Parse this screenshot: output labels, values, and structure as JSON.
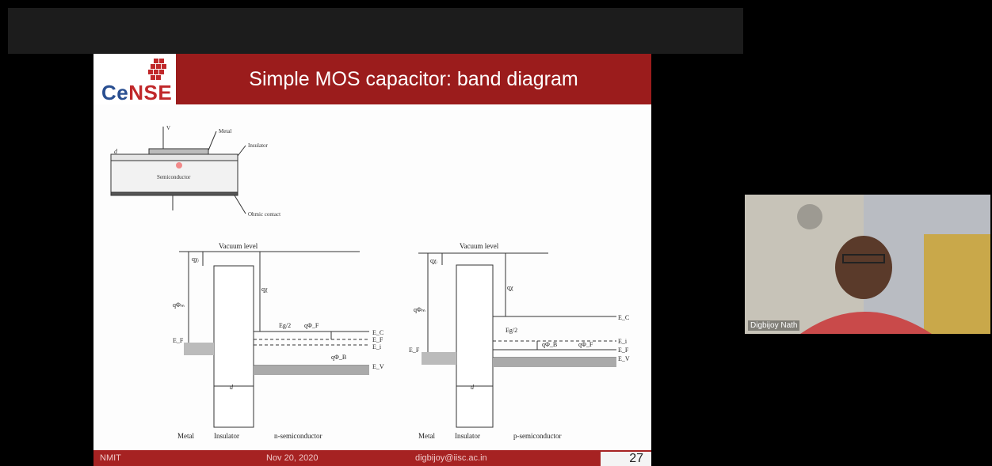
{
  "meeting": {
    "participant_name": "Digbijoy Nath"
  },
  "slide": {
    "title": "Simple MOS capacitor: band diagram",
    "logo": "CeNSE",
    "logo_prefix": "Ce",
    "logo_suffix": "NSE",
    "page_number": "27",
    "footer": {
      "left": "NMIT",
      "center": "Nov 20, 2020",
      "right": "digbijoy@iisc.ac.in"
    },
    "structure_labels": {
      "metal": "Metal",
      "insulator": "Insulator",
      "semiconductor": "Semiconductor",
      "ohmic": "Ohmic contact",
      "v": "V",
      "d": "d"
    },
    "left_band": {
      "vacuum": "Vacuum level",
      "q_chi_i": "qχᵢ",
      "q_chi": "qχ",
      "q_phi_m": "qΦₘ",
      "eg2": "Eg/2",
      "q_phi_f": "qΦ_F",
      "q_phi_ms": "qΦ_B",
      "e_f": "E_F",
      "e_c": "E_C",
      "e_i": "E_i",
      "e_fs": "E_F",
      "e_v": "E_V",
      "d": "d",
      "metal": "Metal",
      "insulator": "Insulator",
      "semiconductor": "n-semiconductor"
    },
    "right_band": {
      "vacuum": "Vacuum level",
      "q_chi_i": "qχᵢ",
      "q_chi": "qχ",
      "q_phi_m": "qΦₘ",
      "e_c": "E_C",
      "eg2": "Eg/2",
      "q_phi_b": "qΦ_B",
      "q_phi_f": "qΦ_F",
      "e_i": "E_i",
      "e_f": "E_F",
      "e_v": "E_V",
      "e_fm": "E_F",
      "d": "d",
      "metal": "Metal",
      "insulator": "Insulator",
      "semiconductor": "p-semiconductor"
    }
  },
  "colors": {
    "title_bar": "#9b1c1c",
    "footer": "#a62222",
    "logo_blue": "#2a4f91",
    "logo_red": "#c0282a"
  }
}
